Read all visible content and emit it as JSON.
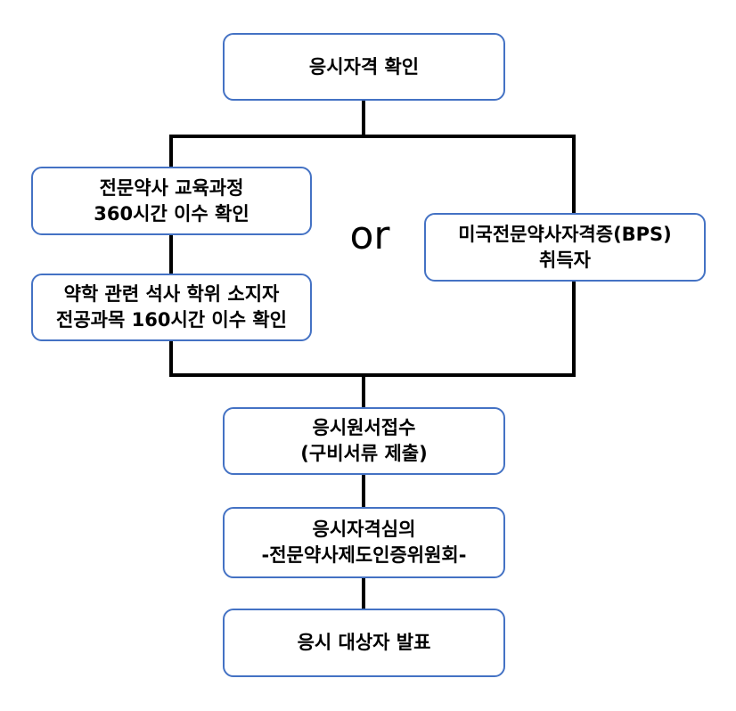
{
  "diagram": {
    "title_hint": "전문약사 응시 절차 흐름도",
    "colors": {
      "node_border": "#4472C4",
      "node_fill": "#FFFFFF",
      "line": "#000000",
      "text": "#000000",
      "background": "#FFFFFF"
    },
    "or_label": "or",
    "nodes": {
      "eligibility_check": {
        "lines": [
          "응시자격 확인"
        ]
      },
      "course_360": {
        "lines": [
          "전문약사 교육과정",
          "360시간 이수 확인"
        ]
      },
      "masters_160": {
        "lines": [
          "약학 관련 석사 학위 소지자",
          "전공과목 160시간 이수 확인"
        ]
      },
      "bps_holder": {
        "lines": [
          "미국전문약사자격증(BPS)",
          "취득자"
        ]
      },
      "application": {
        "lines": [
          "응시원서접수",
          "(구비서류 제출)"
        ]
      },
      "review": {
        "lines": [
          "응시자격심의",
          "-전문약사제도인증위원회-"
        ]
      },
      "announcement": {
        "lines": [
          "응시 대상자 발표"
        ]
      }
    }
  }
}
